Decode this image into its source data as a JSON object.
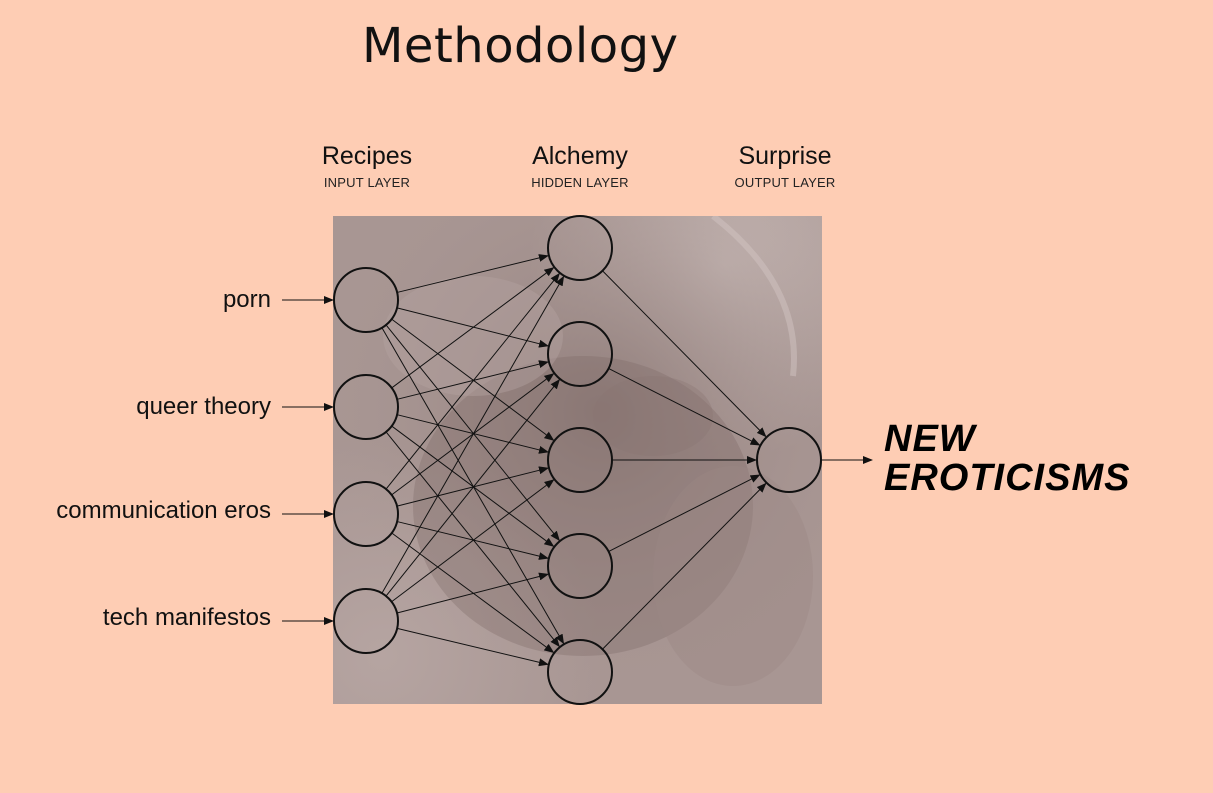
{
  "title": "Methodology",
  "layers": [
    {
      "name": "Recipes",
      "sublabel": "INPUT LAYER"
    },
    {
      "name": "Alchemy",
      "sublabel": "HIDDEN LAYER"
    },
    {
      "name": "Surprise",
      "sublabel": "OUTPUT LAYER"
    }
  ],
  "inputs": [
    "porn",
    "queer theory",
    "communication eros",
    "tech manifestos"
  ],
  "hidden_node_count": 5,
  "output_node_count": 1,
  "output": {
    "line1": "NEW",
    "line2": "EROTICISMS"
  },
  "colors": {
    "background": "#fecdb4",
    "photo_tint": "#a89693",
    "stroke": "#111111"
  }
}
